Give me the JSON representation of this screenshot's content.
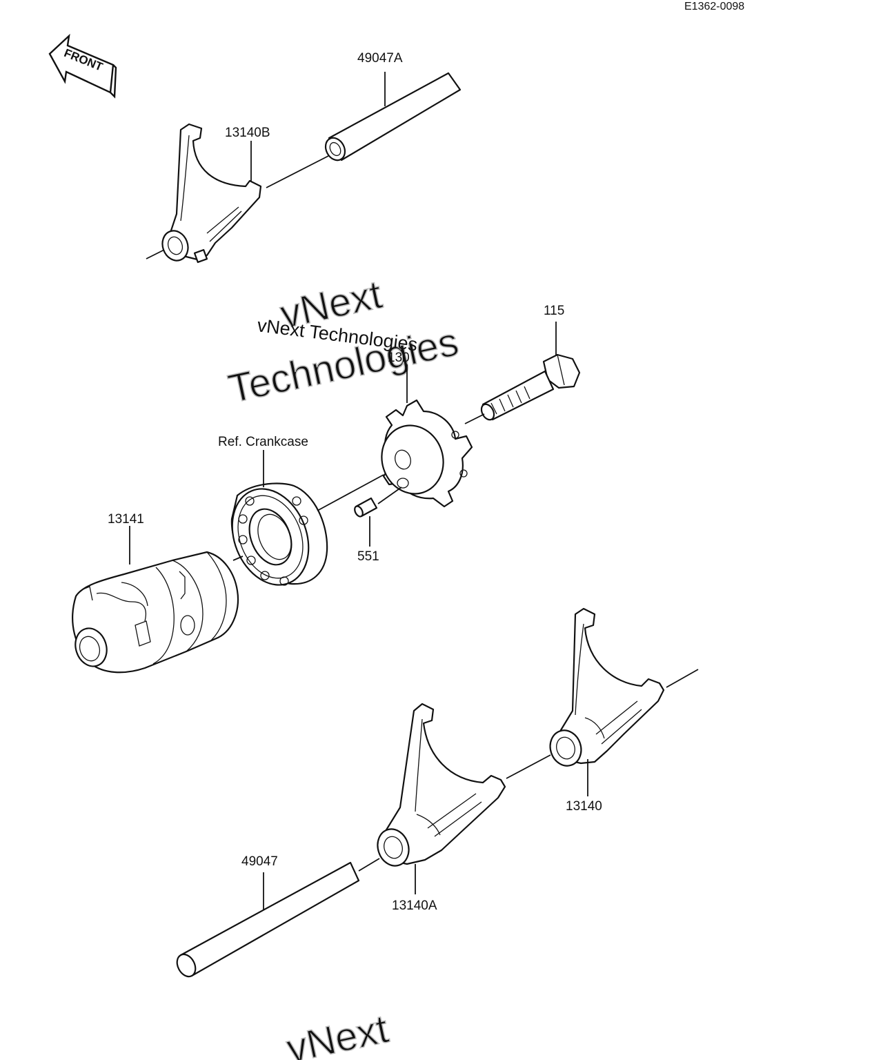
{
  "diagram": {
    "doc_id": "E1362-0098",
    "front_label": "FRONT",
    "watermark": {
      "brand_line_1": "vNext",
      "brand_line_2": "Technologies",
      "brand_full": "vNext Technologies"
    },
    "callouts": {
      "rod_upper": "49047A",
      "fork_upper": "13140B",
      "bolt": "115",
      "star_plate": "130",
      "crankcase_ref": "Ref. Crankcase",
      "drum": "13141",
      "pin": "551",
      "fork_right": "13140",
      "rod_lower": "49047",
      "fork_lower": "13140A"
    }
  }
}
